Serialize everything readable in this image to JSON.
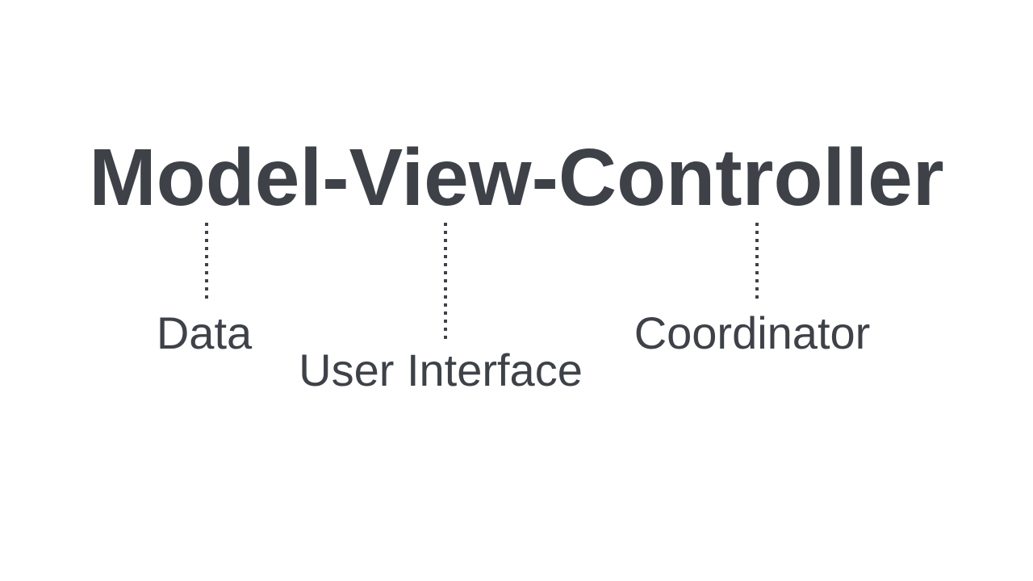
{
  "title": "Model-View-Controller",
  "labels": [
    {
      "for": "Model",
      "text": "Data"
    },
    {
      "for": "View",
      "text": "User Interface"
    },
    {
      "for": "Controller",
      "text": "Coordinator"
    }
  ],
  "colors": {
    "background": "#ffffff",
    "ink": "#3e4248"
  }
}
